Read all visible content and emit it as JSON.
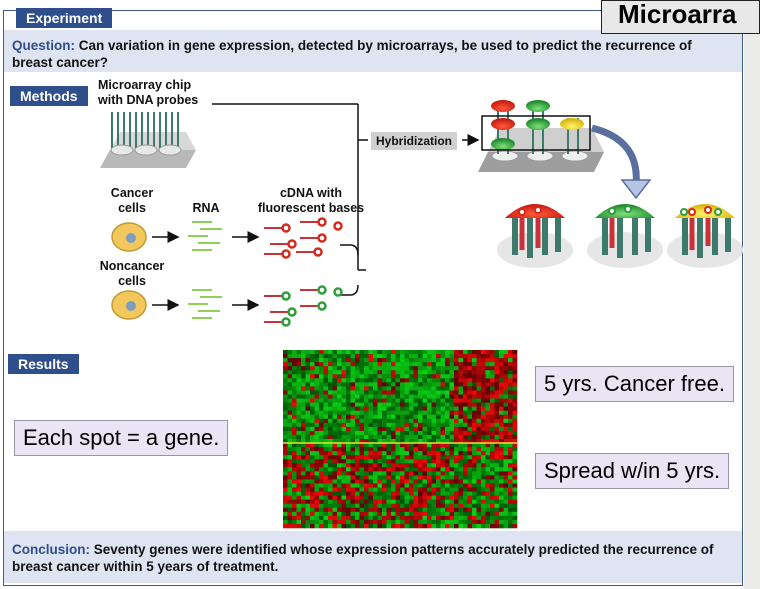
{
  "slide": {
    "title": "Microarra"
  },
  "panel": {
    "experiment_tag": "Experiment",
    "question_label": "Question:",
    "question_text": " Can variation in gene expression, detected by microarrays, be used to predict the recurrence of breast cancer?",
    "methods_tag": "Methods",
    "results_tag": "Results",
    "conclusion_label": "Conclusion:",
    "conclusion_text": " Seventy genes were identified whose expression patterns accurately predicted the recurrence of breast cancer within 5 years of treatment."
  },
  "methods": {
    "chip_label_1": "Microarray chip",
    "chip_label_2": "with DNA probes",
    "cancer_label_1": "Cancer",
    "cancer_label_2": "cells",
    "rna_label": "RNA",
    "cdna_label_1": "cDNA with",
    "cdna_label_2": "fluorescent bases",
    "noncancer_label_1": "Noncancer",
    "noncancer_label_2": "cells",
    "hybridization_label": "Hybridization"
  },
  "callouts": {
    "spot": "Each spot = a gene.",
    "cancer_free": "5 yrs. Cancer free.",
    "spread": "Spread w/in 5 yrs."
  },
  "colors": {
    "panel_blue": "#2f4e8c",
    "box_fill": "#dfe4f2",
    "red_dye": "#d42a1e",
    "green_dye": "#2e9e3a",
    "yellow_dye": "#f0d21a",
    "cell_fill": "#f2c75c"
  }
}
